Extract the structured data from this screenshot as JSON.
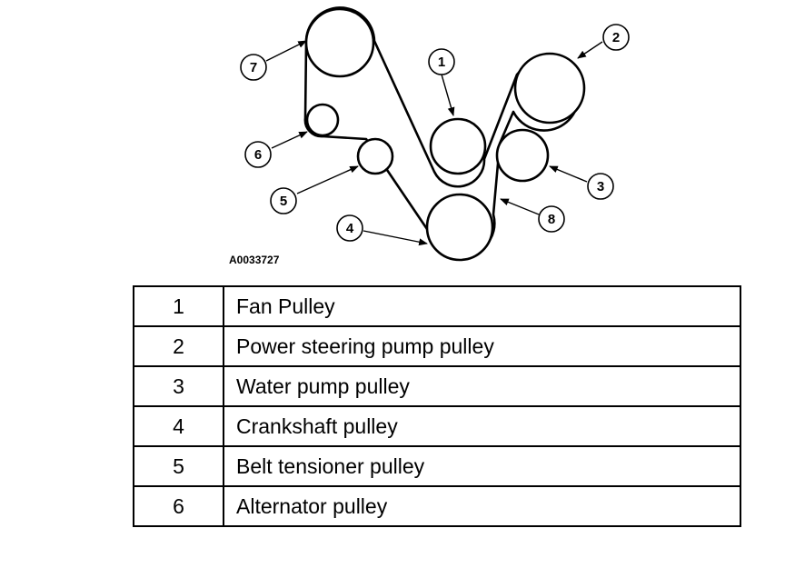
{
  "diagram": {
    "figure_id": "A0033727",
    "callouts": [
      "1",
      "2",
      "3",
      "4",
      "5",
      "6",
      "7",
      "8"
    ]
  },
  "legend": {
    "rows": [
      {
        "num": "1",
        "desc": "Fan Pulley"
      },
      {
        "num": "2",
        "desc": "Power steering pump pulley"
      },
      {
        "num": "3",
        "desc": "Water pump pulley"
      },
      {
        "num": "4",
        "desc": "Crankshaft pulley"
      },
      {
        "num": "5",
        "desc": "Belt tensioner pulley"
      },
      {
        "num": "6",
        "desc": "Alternator pulley"
      }
    ]
  }
}
